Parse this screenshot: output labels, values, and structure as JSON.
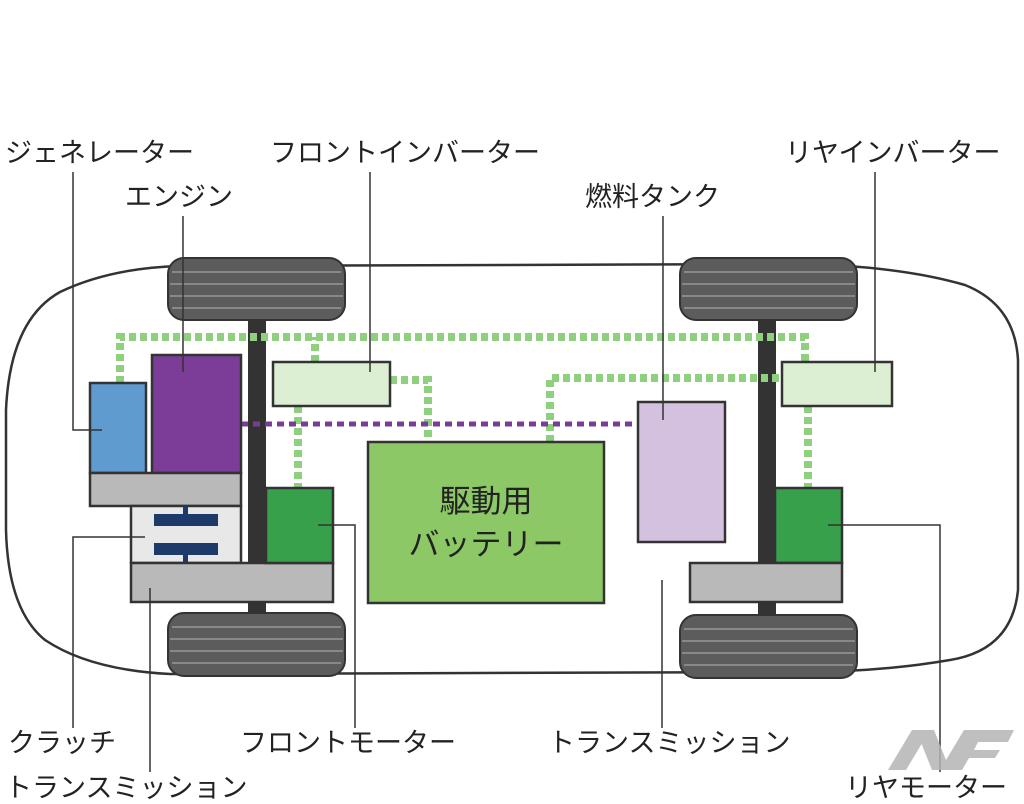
{
  "labels": {
    "generator": "ジェネレーター",
    "engine": "エンジン",
    "front_inverter": "フロントインバーター",
    "fuel_tank": "燃料タンク",
    "rear_inverter": "リヤインバーター",
    "clutch": "クラッチ",
    "front_transmission": "トランスミッション",
    "front_motor": "フロントモーター",
    "rear_transmission": "トランスミッション",
    "rear_motor": "リヤモーター",
    "battery_line1": "駆動用",
    "battery_line2": "バッテリー"
  },
  "colors": {
    "generator": "#5f9bcf",
    "engine": "#7b3d98",
    "inverter": "#dcefd2",
    "battery": "#8cc866",
    "fuel_tank": "#d4c1e0",
    "motor": "#36a04a",
    "transmission": "#b9b9b9",
    "clutch": "#e8e8e8",
    "clutch_plate": "#1d3a6b",
    "tire": "#5c5c5c",
    "axle": "#333333"
  }
}
